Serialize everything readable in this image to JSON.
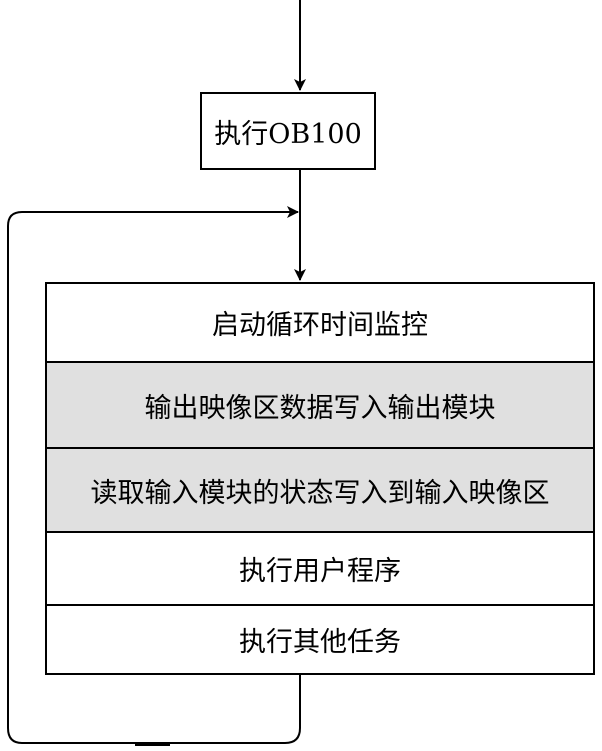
{
  "diagram": {
    "init_label": "执行OB100",
    "steps": [
      {
        "label": "启动循环时间监控",
        "shaded": false
      },
      {
        "label": "输出映像区数据写入输出模块",
        "shaded": true
      },
      {
        "label": "读取输入模块的状态写入到输入映像区",
        "shaded": true
      },
      {
        "label": "执行用户程序",
        "shaded": false
      },
      {
        "label": "执行其他任务",
        "shaded": false
      }
    ]
  }
}
